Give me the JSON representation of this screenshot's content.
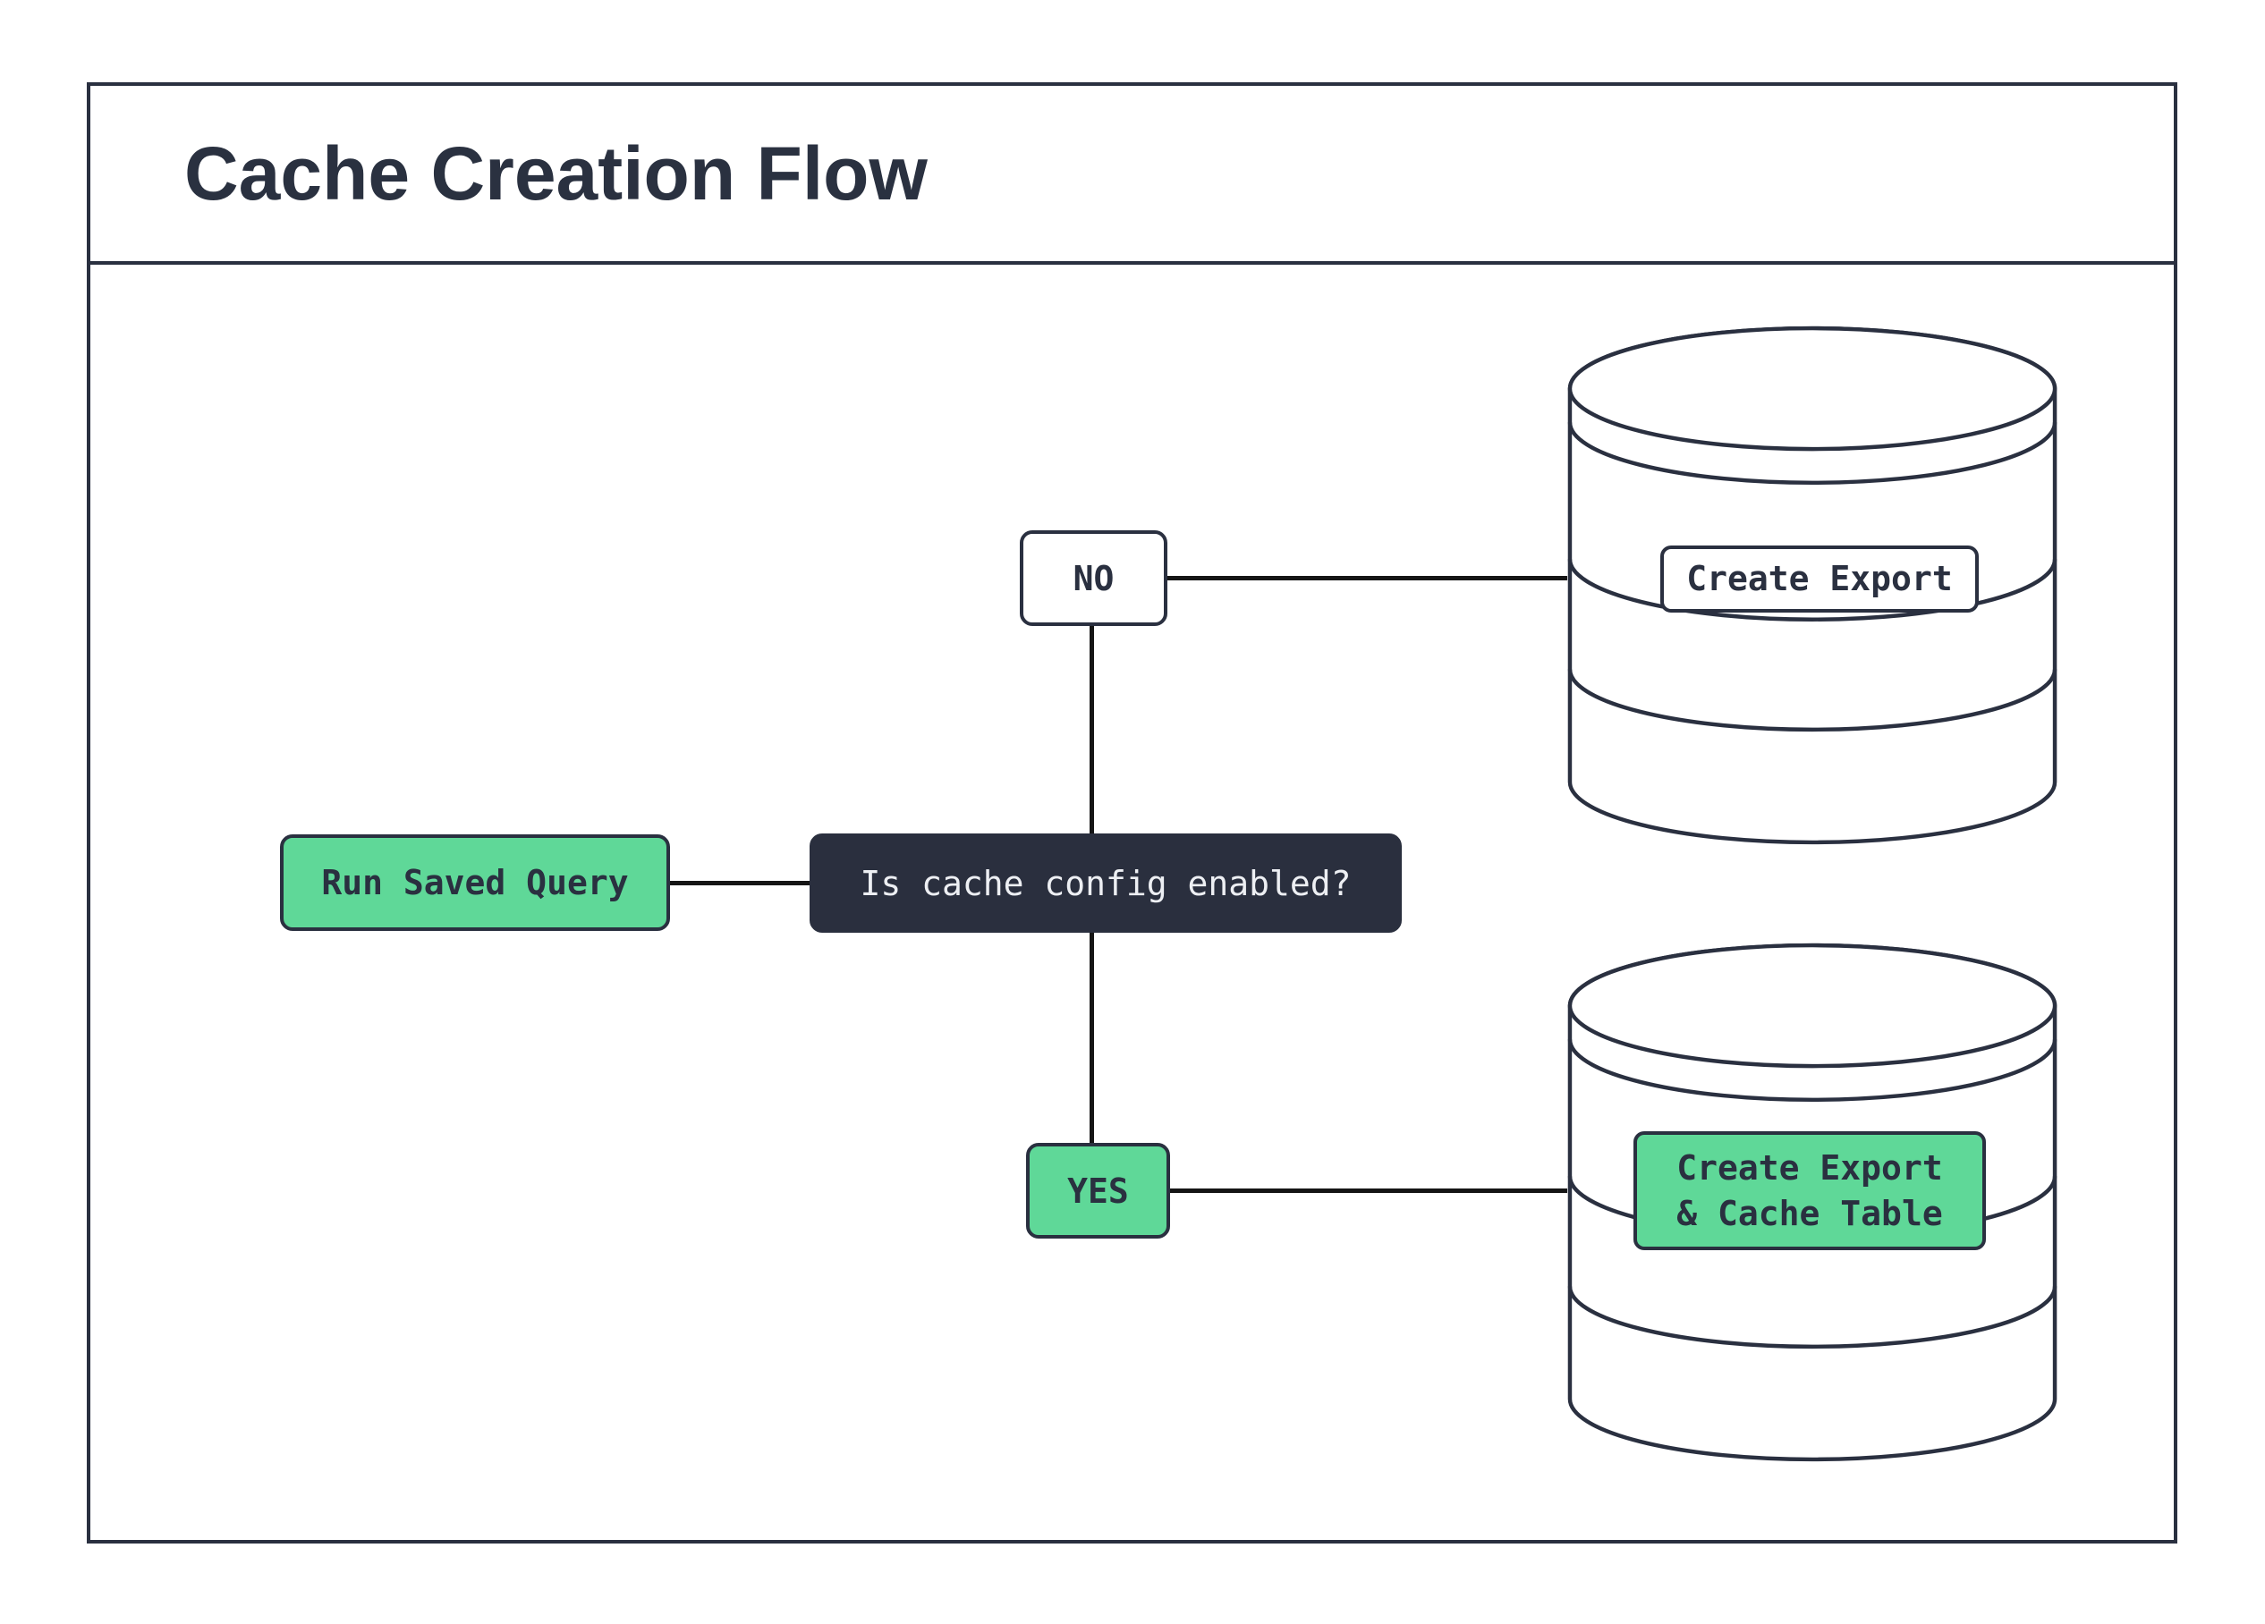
{
  "title": "Cache Creation Flow",
  "nodes": {
    "start": {
      "label": "Run Saved Query"
    },
    "question": {
      "label": "Is cache config enabled?"
    },
    "no": {
      "label": "NO"
    },
    "yes": {
      "label": "YES"
    },
    "no_result": {
      "label": "Create Export"
    },
    "yes_result": {
      "label_line1": "Create Export",
      "label_line2": "& Cache Table"
    }
  },
  "icons": {
    "no_branch_target": "database-icon",
    "yes_branch_target": "database-icon"
  },
  "colors": {
    "accent_green": "#5fd898",
    "dark_navy": "#2a2f3e",
    "outline": "#2a3040",
    "connector_black": "#151515",
    "background": "#ffffff",
    "question_text": "#edeff3"
  }
}
